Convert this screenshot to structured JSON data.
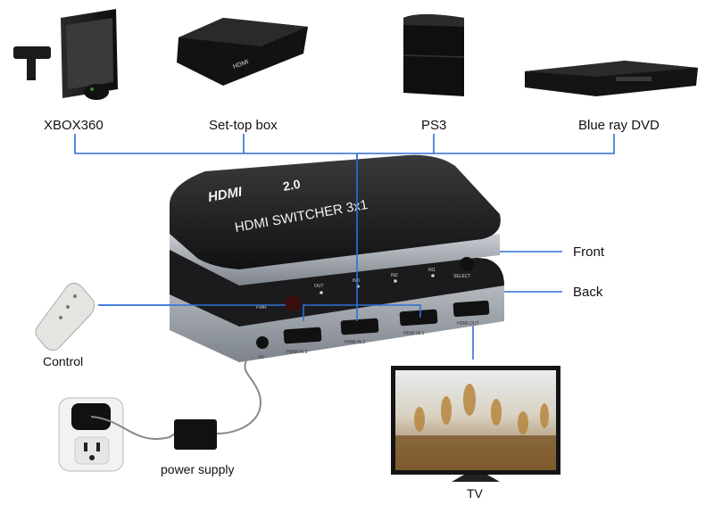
{
  "sources": {
    "xbox": "XBOX360",
    "settop": "Set-top box",
    "ps3": "PS3",
    "bluray": "Blue ray DVD"
  },
  "switcher": {
    "logo": "HDMI",
    "version": "2.0",
    "title": "HDMI SWITCHER 3x1",
    "front_labels": [
      "PWR",
      "OUT",
      "IN3",
      "IN2",
      "IN1",
      "SELECT"
    ],
    "port_labels": [
      "HDMI IN 3",
      "HDMI IN 2",
      "HDMI IN 1",
      "HDMI OUT"
    ],
    "power_label": "5V",
    "settop_text": "HDMI"
  },
  "callouts": {
    "front": "Front",
    "back": "Back",
    "control": "Control",
    "power": "power supply",
    "tv": "TV"
  },
  "colors": {
    "line": "#2f6fd6",
    "device": "#1c1c1e",
    "device_side": "#9aa0a6"
  }
}
